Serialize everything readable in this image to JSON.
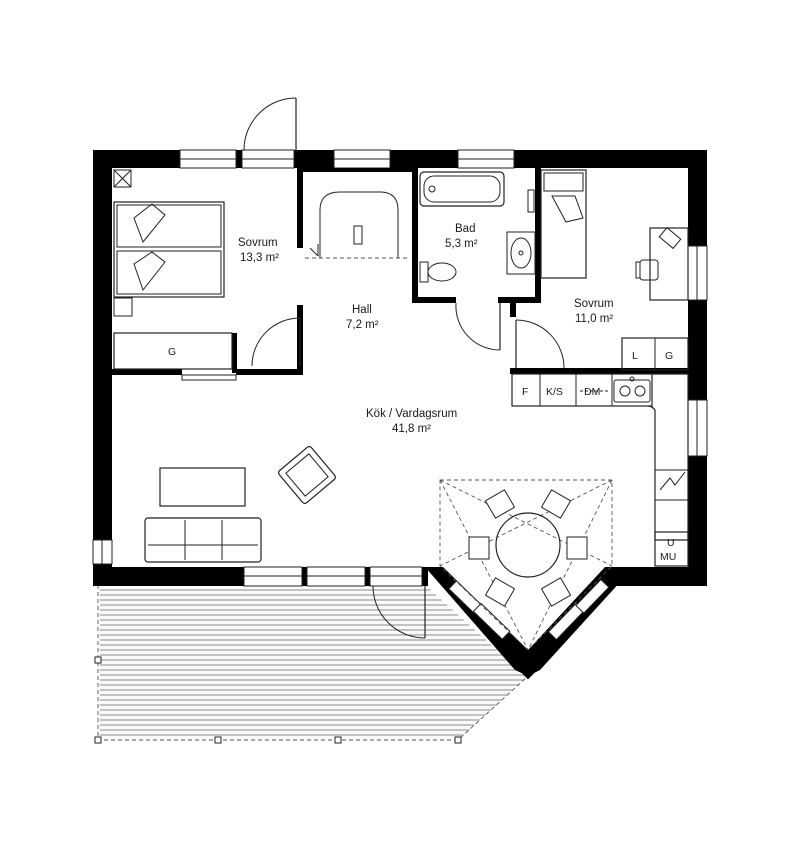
{
  "rooms": {
    "sovrum1": {
      "name": "Sovrum",
      "area": "13,3 m²"
    },
    "hall": {
      "name": "Hall",
      "area": "7,2 m²"
    },
    "bad": {
      "name": "Bad",
      "area": "5,3 m²"
    },
    "sovrum2": {
      "name": "Sovrum",
      "area": "11,0 m²"
    },
    "kok": {
      "name": "Kök / Vardagsrum",
      "area": "41,8 m²"
    }
  },
  "fixtures": {
    "g_bed1": "G",
    "l_bed2": "L",
    "g_bed2": "G",
    "f": "F",
    "ks": "K/S",
    "dm": "DM",
    "u": "U",
    "mu": "MU"
  }
}
